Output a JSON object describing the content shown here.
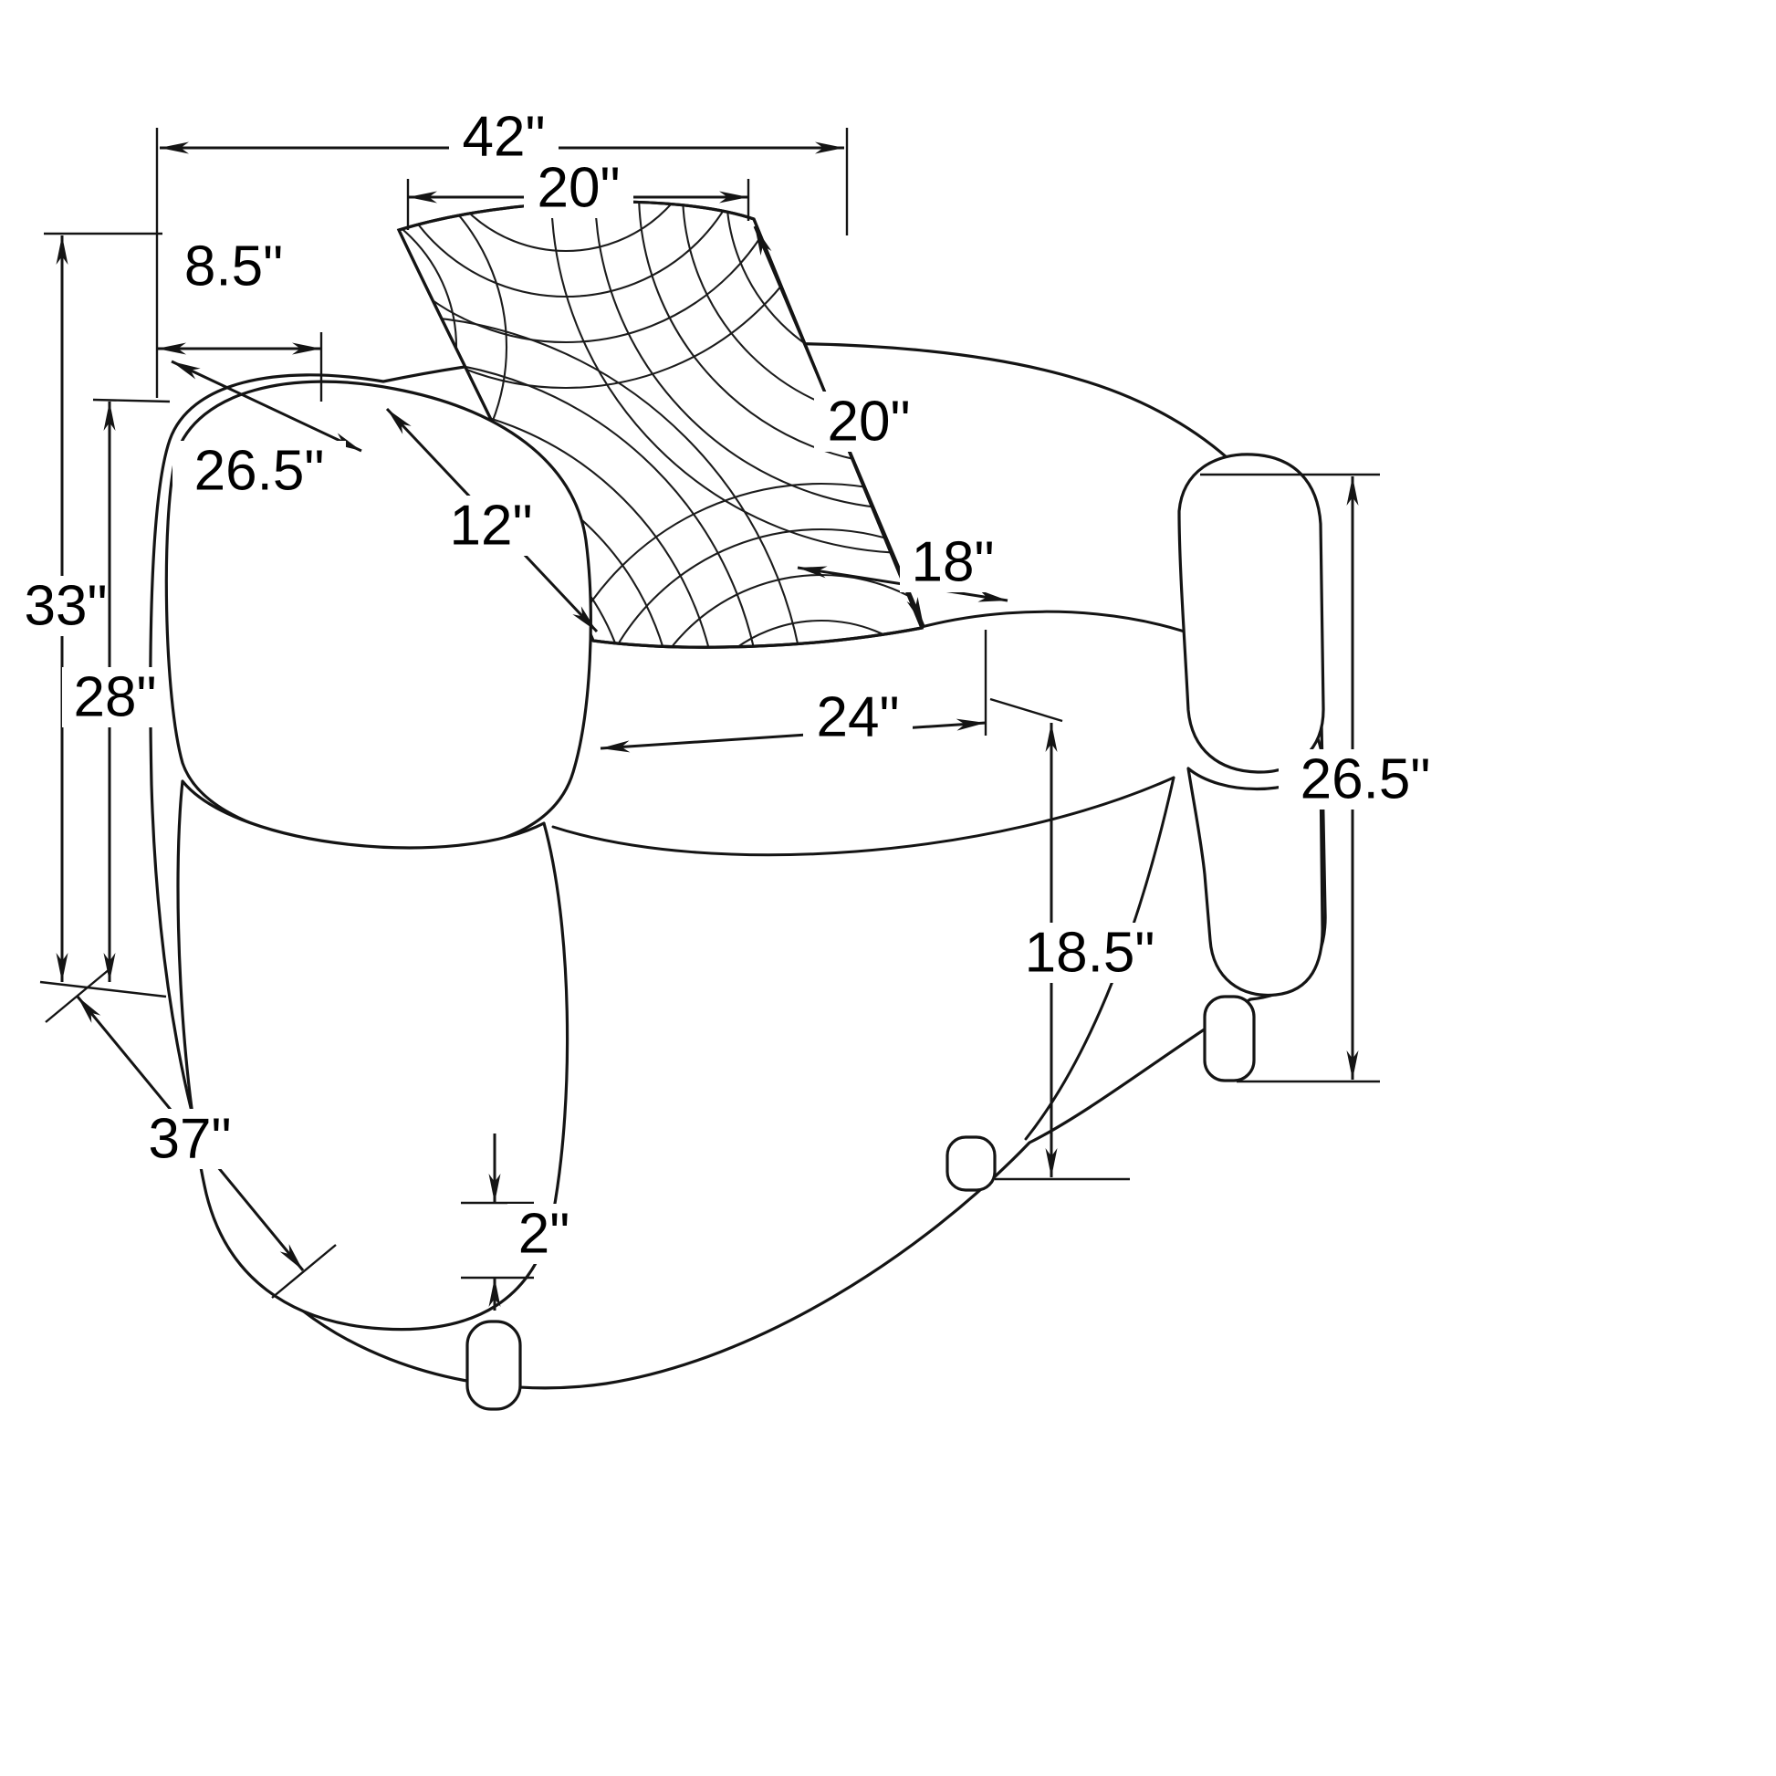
{
  "diagram": {
    "type": "furniture-dimension-drawing",
    "subject": "upholstered armchair with patterned accent pillow",
    "dimensions": {
      "overall_width": "42\"",
      "pillow_width": "20\"",
      "arm_top_depth": "8.5\"",
      "arm_length": "26.5\"",
      "arm_front": "12\"",
      "pillow_height": "20\"",
      "back_width": "18\"",
      "overall_height": "33\"",
      "arm_height": "28\"",
      "seat_width": "24\"",
      "side_height": "26.5\"",
      "seat_height": "18.5\"",
      "overall_depth": "37\"",
      "leg_height": "2\""
    },
    "line_color": "#141414",
    "background_color": "#ffffff"
  }
}
